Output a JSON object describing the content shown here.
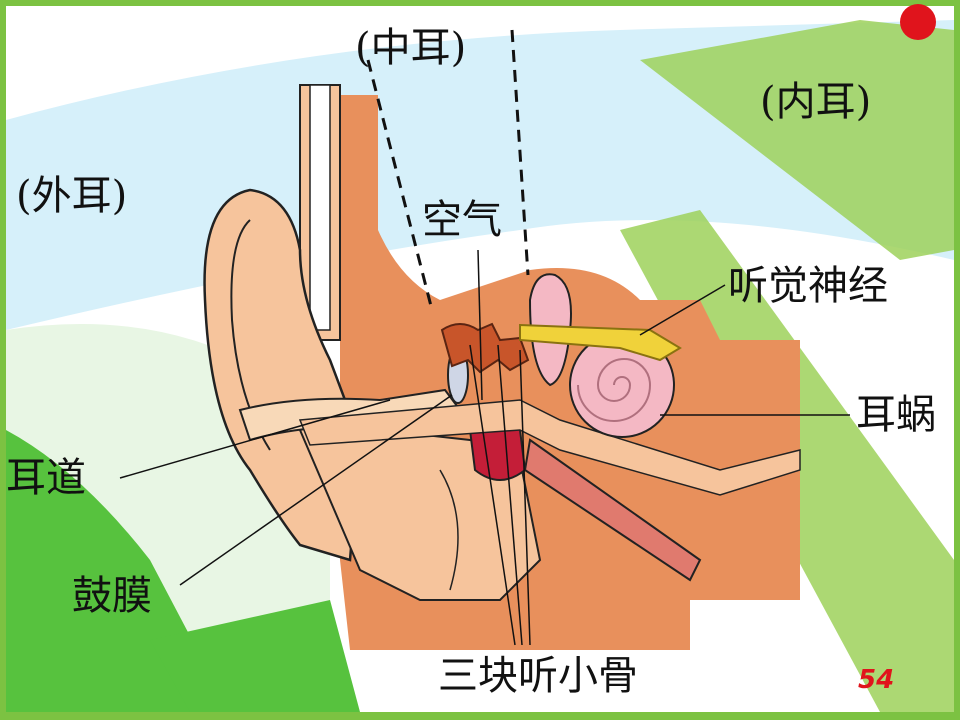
{
  "regions": {
    "outer_ear": "(外耳)",
    "middle_ear": "(中耳)",
    "inner_ear": "(内耳)"
  },
  "labels": {
    "air": "空气",
    "auditory_nerve": "听觉神经",
    "cochlea": "耳蜗",
    "ear_canal": "耳道",
    "eardrum": "鼓膜",
    "ossicles": "三块听小骨"
  },
  "page_number": "54",
  "colors": {
    "slide_border": "#7cc242",
    "background": "#ffffff",
    "sky_blue": "#cfeefb",
    "skin": "#f6c49c",
    "flesh": "#e8905c",
    "bone_pink": "#f4b8c4",
    "nerve_yellow": "#f0d23a",
    "page_number": "#e0141c"
  }
}
